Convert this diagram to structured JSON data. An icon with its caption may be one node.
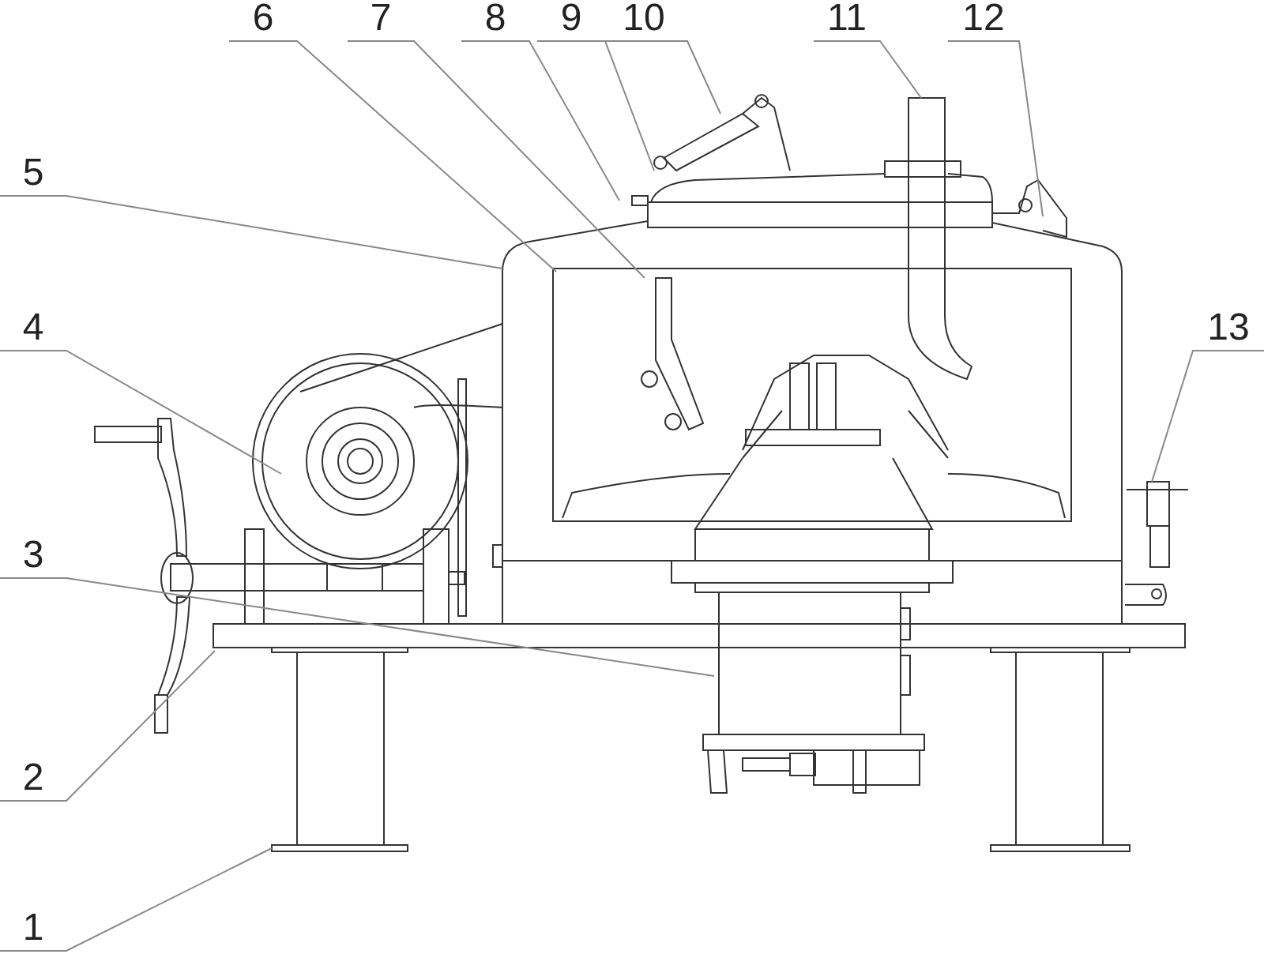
{
  "diagram": {
    "nodes": [
      {
        "text": [
          "6"
        ]
      },
      {
        "text": [
          "7"
        ]
      },
      {
        "text": [
          "8"
        ]
      },
      {
        "text": [
          "9"
        ]
      },
      {
        "text": [
          "10"
        ]
      },
      {
        "text": [
          "11"
        ]
      },
      {
        "text": [
          "12"
        ]
      },
      {
        "text": [
          "5"
        ]
      },
      {
        "text": [
          "4"
        ]
      },
      {
        "text": [
          "13"
        ]
      },
      {
        "text": [
          "3"
        ]
      },
      {
        "text": [
          "2"
        ]
      },
      {
        "text": [
          "1"
        ]
      }
    ],
    "edges": [
      {
        "from": 0,
        "to": null,
        "arrow": "none"
      },
      {
        "from": 1,
        "to": null,
        "arrow": "none"
      },
      {
        "from": 2,
        "to": null,
        "arrow": "none"
      },
      {
        "from": 3,
        "to": null,
        "arrow": "none"
      },
      {
        "from": 4,
        "to": null,
        "arrow": "none"
      },
      {
        "from": 5,
        "to": null,
        "arrow": "none"
      },
      {
        "from": 6,
        "to": null,
        "arrow": "none"
      },
      {
        "from": 7,
        "to": null,
        "arrow": "none"
      },
      {
        "from": 8,
        "to": null,
        "arrow": "none"
      },
      {
        "from": 9,
        "to": null,
        "arrow": "none"
      },
      {
        "from": 10,
        "to": null,
        "arrow": "none"
      },
      {
        "from": 11,
        "to": null,
        "arrow": "none"
      },
      {
        "from": 12,
        "to": null,
        "arrow": "none"
      }
    ]
  }
}
